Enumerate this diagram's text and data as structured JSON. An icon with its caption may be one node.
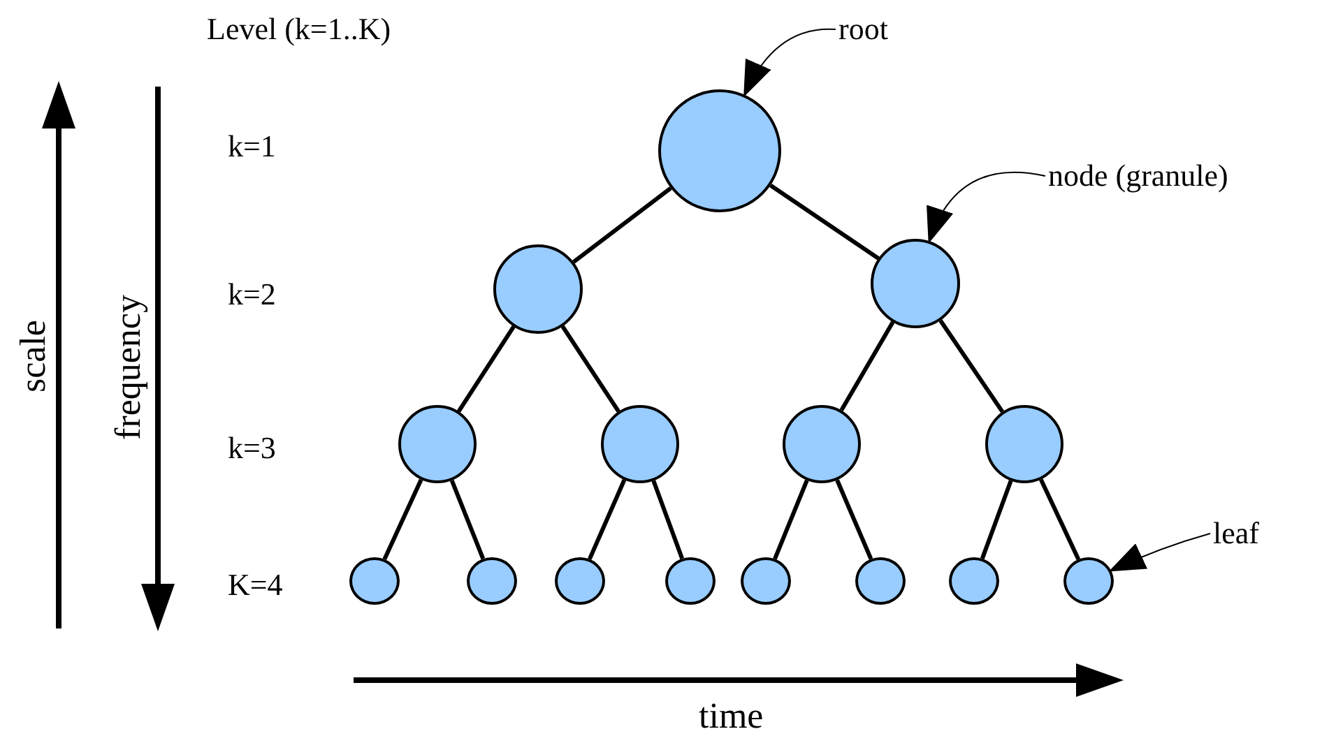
{
  "diagram": {
    "nodes": [
      {
        "text": [],
        "shape": "circle"
      },
      {
        "text": [],
        "shape": "circle"
      },
      {
        "text": [],
        "shape": "circle"
      },
      {
        "text": [],
        "shape": "circle"
      },
      {
        "text": [],
        "shape": "circle"
      },
      {
        "text": [],
        "shape": "circle"
      },
      {
        "text": [],
        "shape": "circle"
      },
      {
        "text": [],
        "shape": "circle"
      },
      {
        "text": [],
        "shape": "circle"
      },
      {
        "text": [],
        "shape": "circle"
      },
      {
        "text": [],
        "shape": "circle"
      },
      {
        "text": [],
        "shape": "circle"
      },
      {
        "text": [],
        "shape": "circle"
      },
      {
        "text": [],
        "shape": "circle"
      },
      {
        "text": [],
        "shape": "circle"
      },
      {
        "text": [
          "root"
        ]
      },
      {
        "text": [
          "node (granule)"
        ]
      },
      {
        "text": [
          "leaf"
        ]
      }
    ],
    "edges": [
      {
        "from": 0,
        "to": 1,
        "arrow": "none"
      },
      {
        "from": 0,
        "to": 2,
        "arrow": "none"
      },
      {
        "from": 1,
        "to": 3,
        "arrow": "none"
      },
      {
        "from": 1,
        "to": 4,
        "arrow": "none"
      },
      {
        "from": 2,
        "to": 5,
        "arrow": "none"
      },
      {
        "from": 2,
        "to": 6,
        "arrow": "none"
      },
      {
        "from": 3,
        "to": 7,
        "arrow": "none"
      },
      {
        "from": 3,
        "to": 8,
        "arrow": "none"
      },
      {
        "from": 4,
        "to": 9,
        "arrow": "none"
      },
      {
        "from": 4,
        "to": 10,
        "arrow": "none"
      },
      {
        "from": 5,
        "to": 11,
        "arrow": "none"
      },
      {
        "from": 5,
        "to": 12,
        "arrow": "none"
      },
      {
        "from": 6,
        "to": 13,
        "arrow": "none"
      },
      {
        "from": 6,
        "to": 14,
        "arrow": "none"
      },
      {
        "from": 15,
        "to": 0,
        "arrow": "to"
      },
      {
        "from": 16,
        "to": 2,
        "arrow": "to"
      },
      {
        "from": 17,
        "to": 14,
        "arrow": "to"
      }
    ],
    "labels": [
      "Level (k=1..K)",
      "k=1",
      "k=2",
      "k=3",
      "K=4",
      "scale",
      "frequency",
      "time"
    ]
  }
}
